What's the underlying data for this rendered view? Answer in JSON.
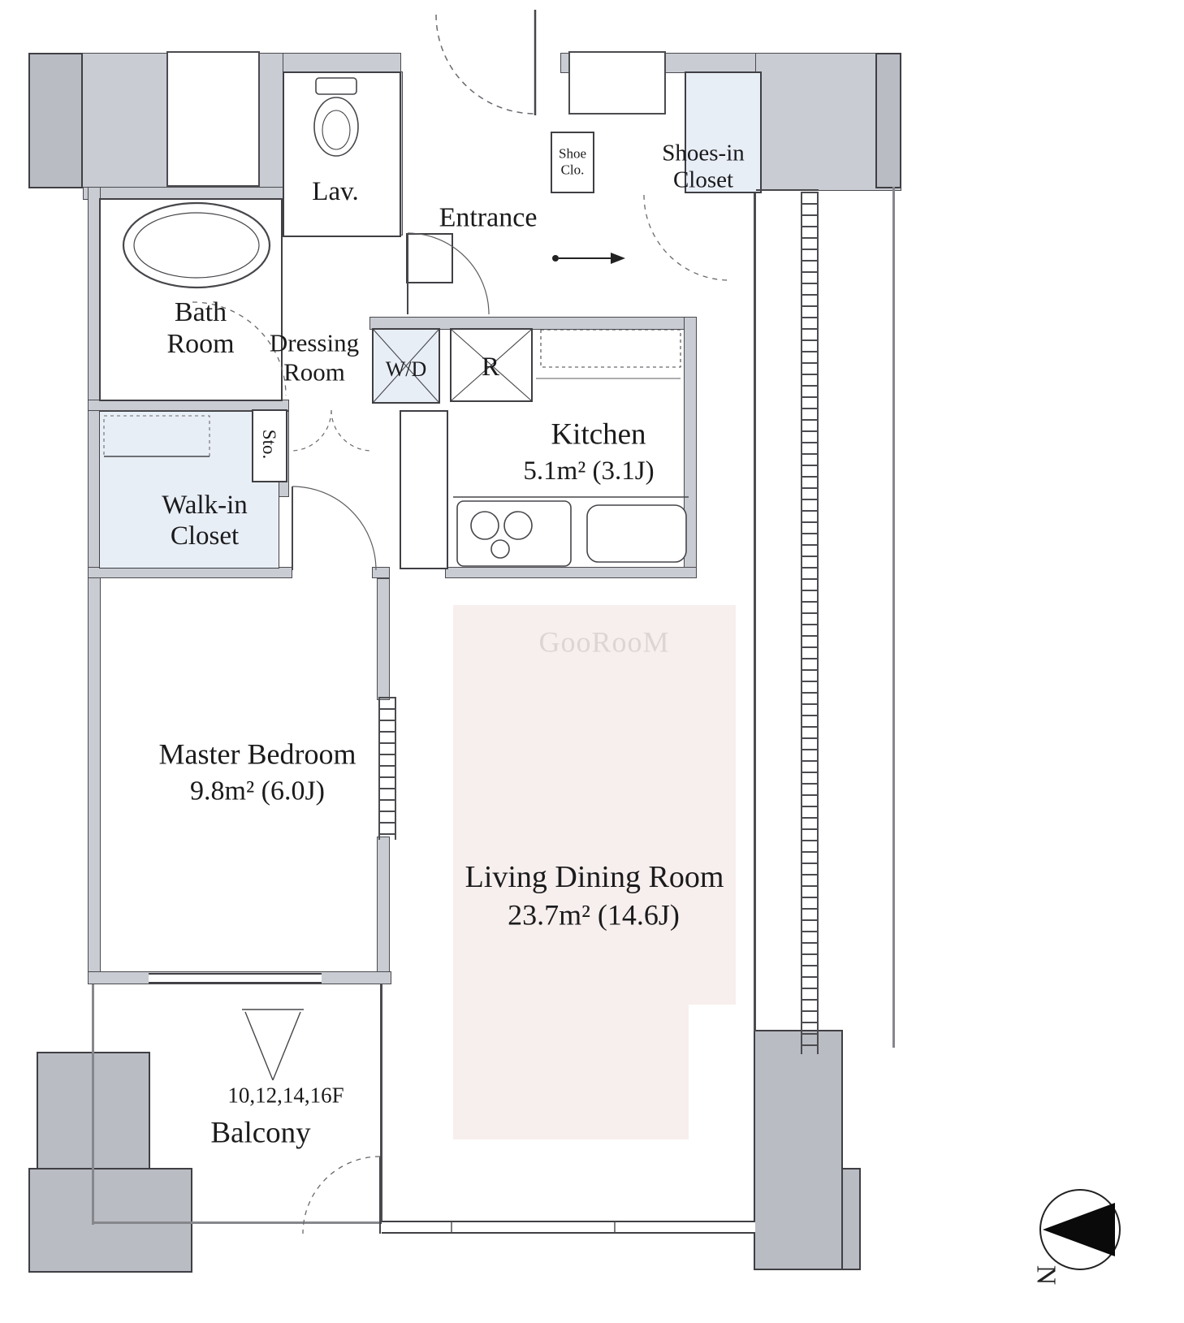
{
  "plan": {
    "watermark": "GooRooM",
    "compass_letter": "N",
    "rooms": {
      "lav": {
        "name": "Lav."
      },
      "entrance": {
        "name": "Entrance"
      },
      "shoe_closet": {
        "line1": "Shoe",
        "line2": "Clo."
      },
      "shoes_in_closet": {
        "line1": "Shoes-in",
        "line2": "Closet"
      },
      "bath": {
        "line1": "Bath",
        "line2": "Room"
      },
      "dressing": {
        "line1": "Dressing",
        "line2": "Room"
      },
      "wd": {
        "name": "W/D"
      },
      "fridge": {
        "name": "R"
      },
      "kitchen": {
        "name": "Kitchen",
        "area": "5.1m²  (3.1J)"
      },
      "storage": {
        "name": "Sto."
      },
      "walk_in_closet": {
        "line1": "Walk-in",
        "line2": "Closet"
      },
      "master_bedroom": {
        "name": "Master Bedroom",
        "area": "9.8m²  (6.0J)"
      },
      "living_dining": {
        "name": "Living Dining Room",
        "area": "23.7m²  (14.6J)"
      },
      "balcony": {
        "name": "Balcony",
        "floors": "10,12,14,16F"
      }
    }
  }
}
